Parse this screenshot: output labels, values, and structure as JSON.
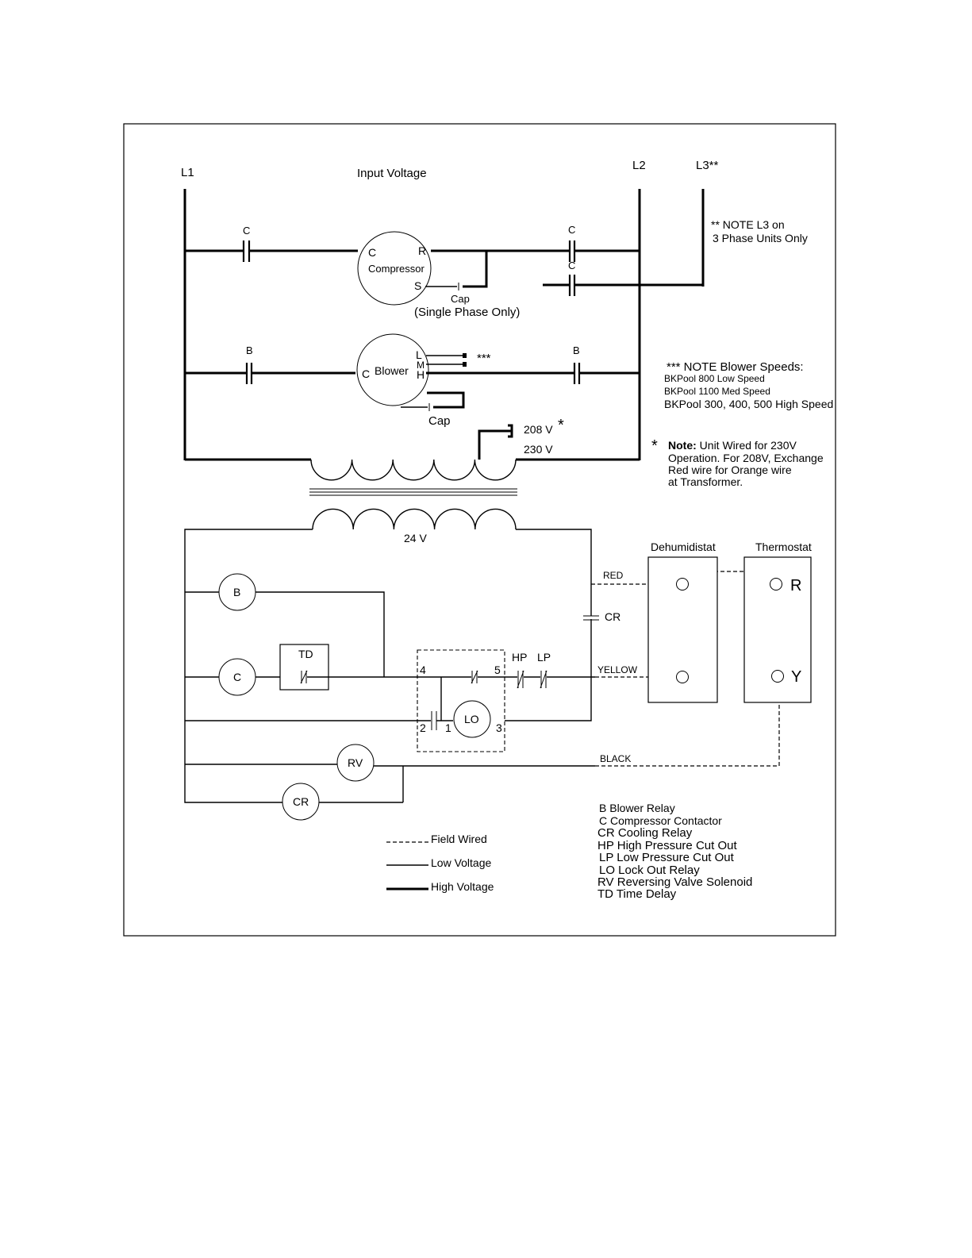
{
  "lines": {
    "l1": "L1",
    "l2": "L2",
    "l3": "L3**",
    "input_voltage": "Input Voltage"
  },
  "note_l3": {
    "line1": "**  NOTE   L3 on",
    "line2": "3 Phase Units Only"
  },
  "compressor": {
    "name": "Compressor",
    "term_c": "C",
    "term_r": "R",
    "term_s": "S",
    "cap": "Cap",
    "single_phase": "(Single Phase Only)"
  },
  "contacts": {
    "c_left": "C",
    "c_right1": "C",
    "c_right2": "C",
    "b_left": "B",
    "b_right": "B"
  },
  "blower": {
    "name": "Blower",
    "term_c": "C",
    "term_l": "L",
    "term_m": "M",
    "term_h": "H",
    "stars": "***",
    "cap": "Cap"
  },
  "note_blower": {
    "line1": "***  NOTE  Blower Speeds:",
    "line2": "BKPool 800 Low Speed",
    "line3": "BKPool 1100 Med Speed",
    "line4": "BKPool 300, 400, 500 High Speed"
  },
  "transformer": {
    "v208": "208 V",
    "v230": "230 V",
    "star": "*",
    "v24": "24 V"
  },
  "note_230": {
    "star": "*",
    "line1_bold": "Note:",
    "line1_rest": " Unit Wired for 230V",
    "line2": "Operation. For 208V, Exchange",
    "line3": "Red wire for Orange wire",
    "line4": "at Transformer."
  },
  "control": {
    "b": "B",
    "c": "C",
    "td": "TD",
    "lo": "LO",
    "rv": "RV",
    "cr": "CR",
    "cr_contact": "CR",
    "hp": "HP",
    "lp": "LP",
    "t4": "4",
    "t5": "5",
    "t2": "2",
    "t1": "1",
    "t3": "3"
  },
  "wires": {
    "red": "RED",
    "yellow": "YELLOW",
    "black": "BLACK"
  },
  "devices": {
    "dehumidistat": "Dehumidistat",
    "thermostat": "Thermostat",
    "r": "R",
    "y": "Y"
  },
  "legend": {
    "field": "Field Wired",
    "low": "Low Voltage",
    "high": "High Voltage"
  },
  "abbreviations": [
    "B    Blower Relay",
    "C    Compressor Contactor",
    "CR Cooling Relay",
    "HP  High Pressure Cut Out",
    "LP  Low Pressure Cut Out",
    "LO  Lock Out Relay",
    "RV  Reversing Valve Solenoid",
    "TD  Time Delay"
  ]
}
